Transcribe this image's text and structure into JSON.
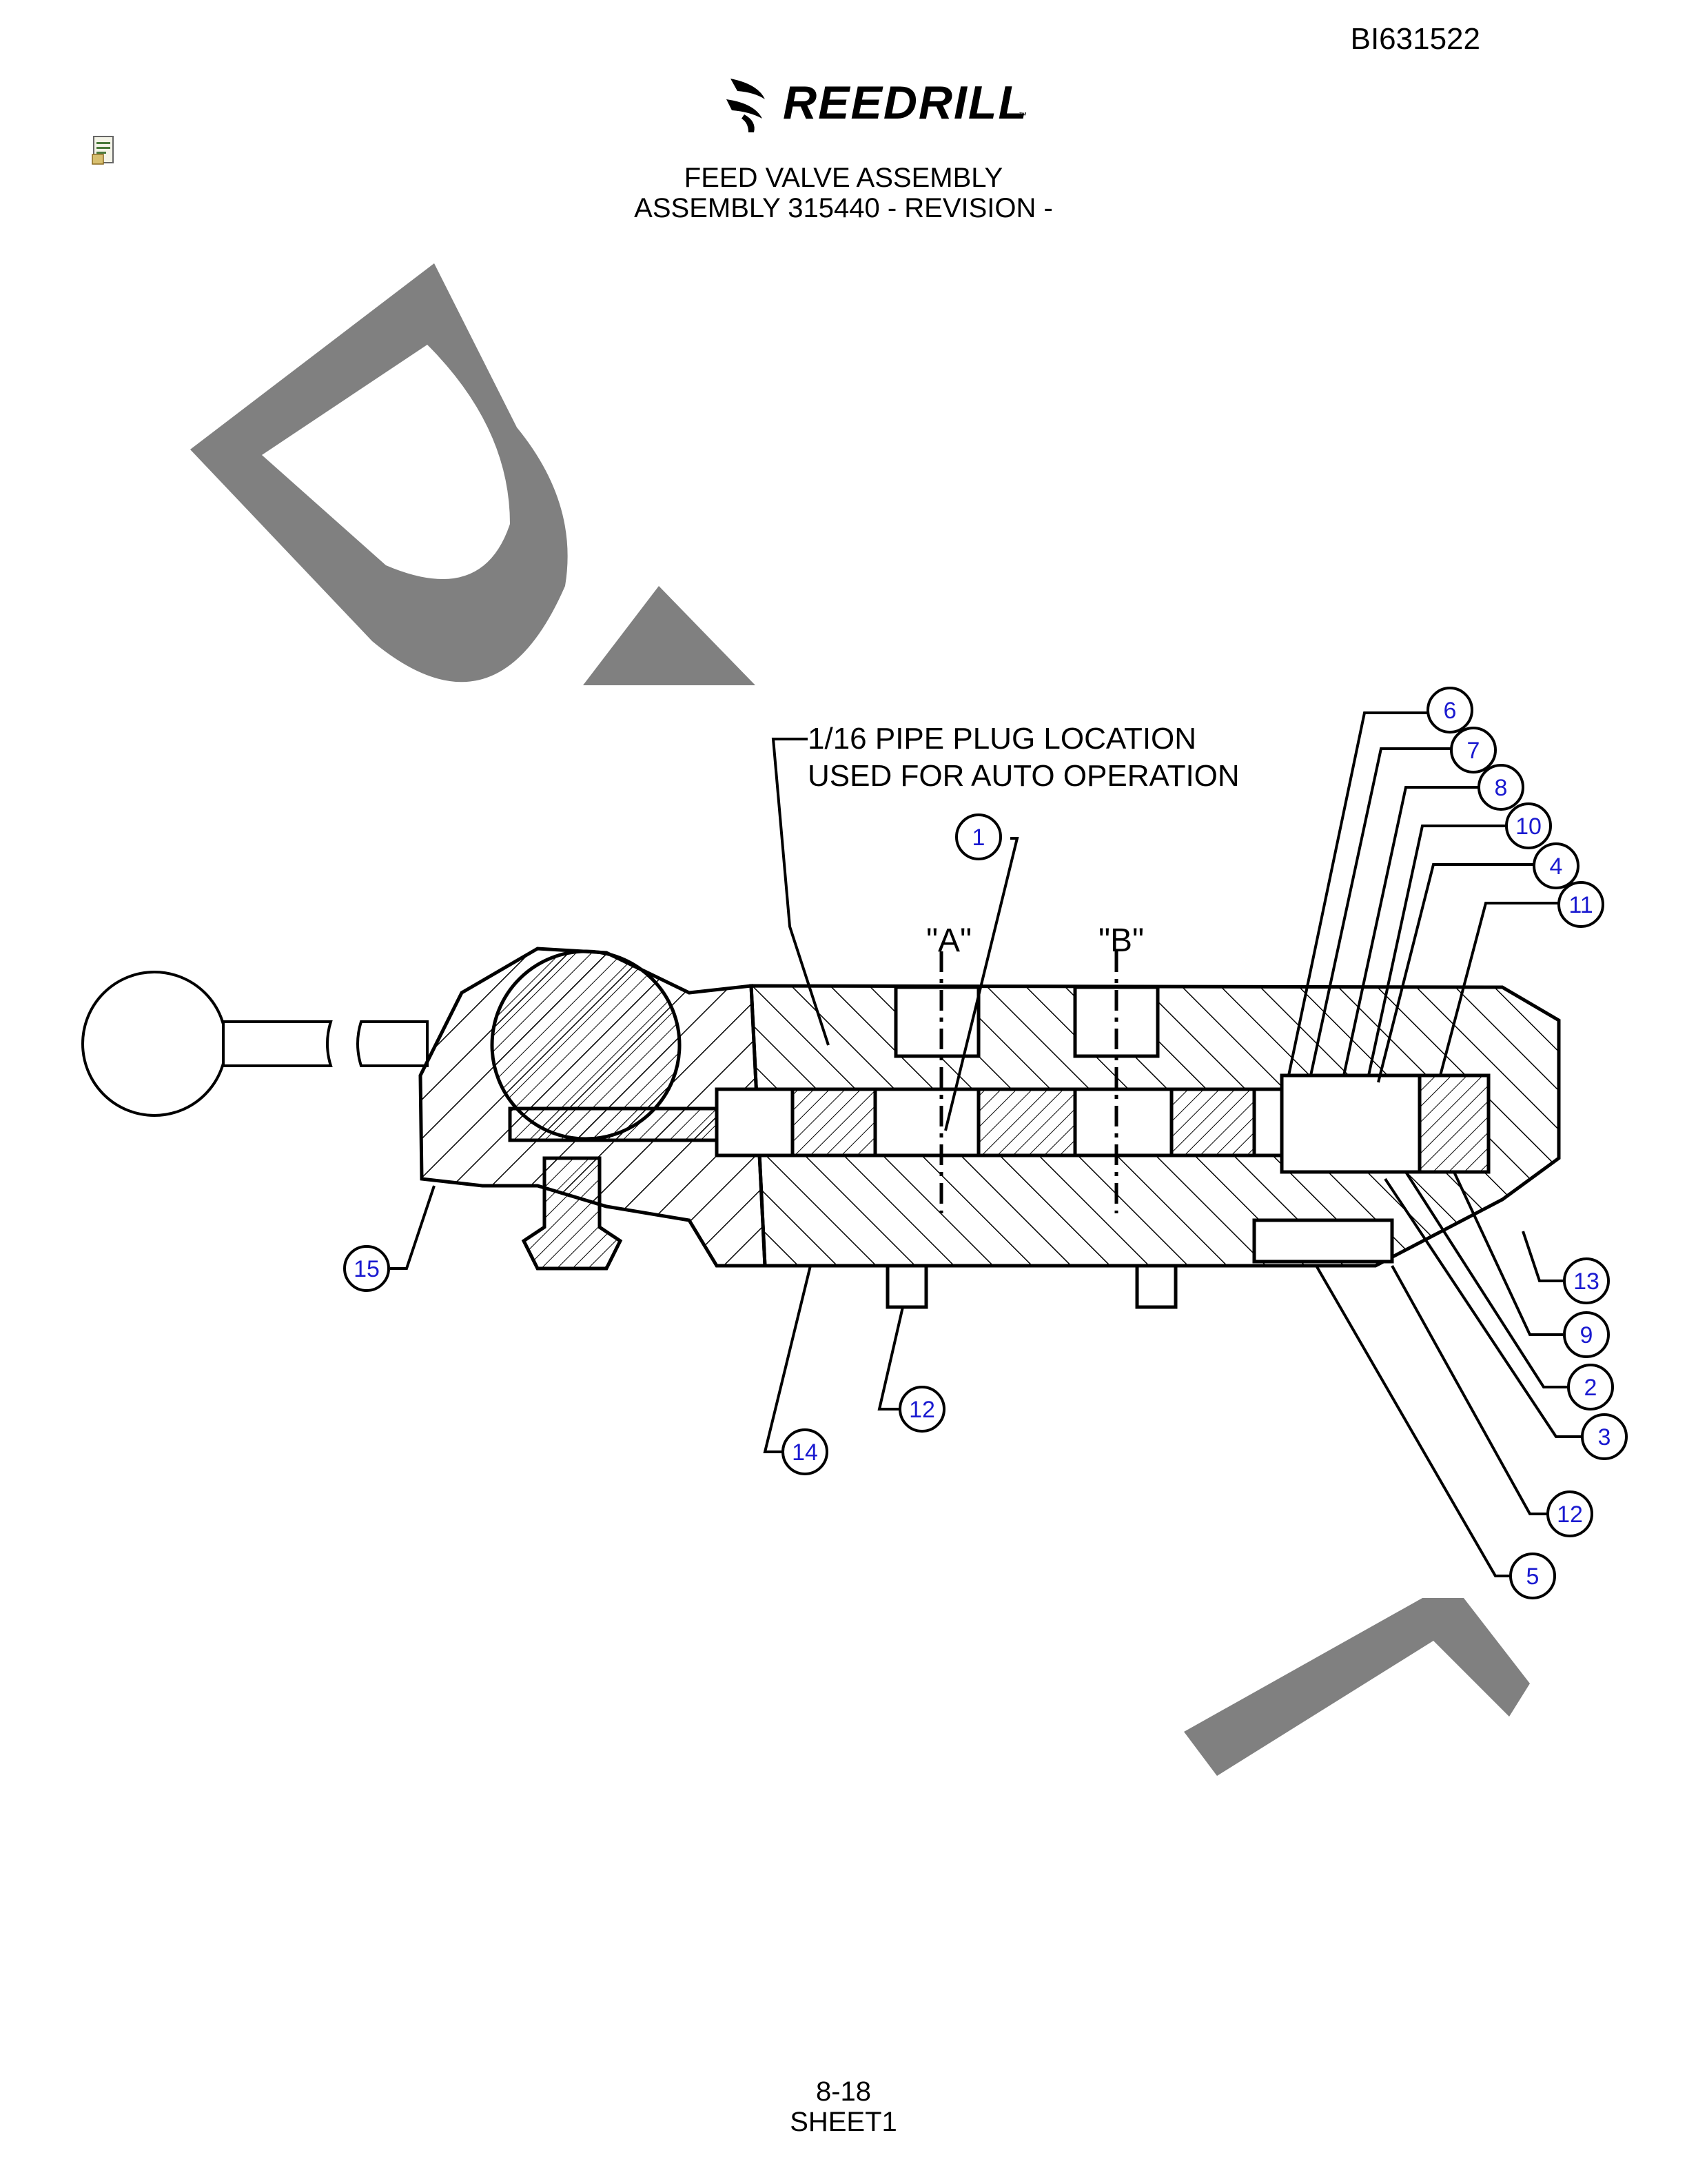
{
  "document": {
    "doc_number": "BI631522",
    "brand": "REEDRILL",
    "brand_tm": "™",
    "title_line1": "FEED VALVE ASSEMBLY",
    "title_line2": "ASSEMBLY 315440 - REVISION -",
    "footer_page": "8-18",
    "footer_sheet": "SHEET1"
  },
  "drawing": {
    "note_line1": "1/16 PIPE PLUG LOCATION",
    "note_line2": "USED FOR AUTO OPERATION",
    "port_a": "\"A\"",
    "port_b": "\"B\"",
    "callouts": [
      "6",
      "7",
      "8",
      "10",
      "4",
      "11",
      "1",
      "13",
      "9",
      "2",
      "3",
      "12",
      "5",
      "15",
      "12",
      "14"
    ]
  },
  "colors": {
    "watermark": "#808080",
    "callout_text": "#1a1ad0",
    "line": "#000000"
  }
}
